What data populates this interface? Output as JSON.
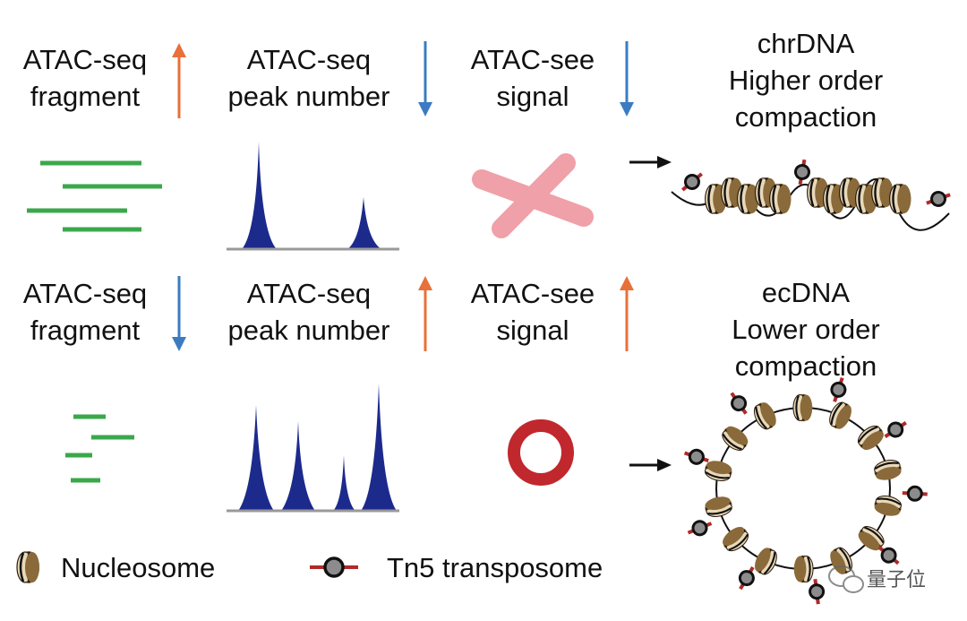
{
  "colors": {
    "up_arrow": "#e8703a",
    "down_arrow": "#3a7cc2",
    "fragment": "#3aa84a",
    "peak": "#1c2a8c",
    "baseline": "#999999",
    "chromosome": "#f0a0a8",
    "ecdna_ring": "#c0282e",
    "nucleosome": "#8a6a3a",
    "nucleosome_light": "#e8d8b8",
    "tn5_stick": "#b02a2a",
    "tn5_head": "#8c8c8c"
  },
  "rows": [
    {
      "id": "chr",
      "labels": [
        {
          "line1": "ATAC-seq",
          "line2": "fragment",
          "arrow": "up"
        },
        {
          "line1": "ATAC-seq",
          "line2": "peak number",
          "arrow": "down"
        },
        {
          "line1": "ATAC-see",
          "line2": "signal",
          "arrow": "down"
        }
      ],
      "result": {
        "line1": "chrDNA",
        "line2": "Higher order",
        "line3": "compaction"
      }
    },
    {
      "id": "ec",
      "labels": [
        {
          "line1": "ATAC-seq",
          "line2": "fragment",
          "arrow": "down"
        },
        {
          "line1": "ATAC-seq",
          "line2": "peak number",
          "arrow": "up"
        },
        {
          "line1": "ATAC-see",
          "line2": "signal",
          "arrow": "up"
        }
      ],
      "result": {
        "line1": "ecDNA",
        "line2": "Lower order",
        "line3": "compaction"
      }
    }
  ],
  "legend": {
    "nucleosome": "Nucleosome",
    "tn5": "Tn5 transposome"
  },
  "watermark": "量子位",
  "icons": {
    "up": "up-arrow-icon",
    "down": "down-arrow-icon",
    "pointer": "right-arrow-icon",
    "watermark": "wechat-icon"
  }
}
